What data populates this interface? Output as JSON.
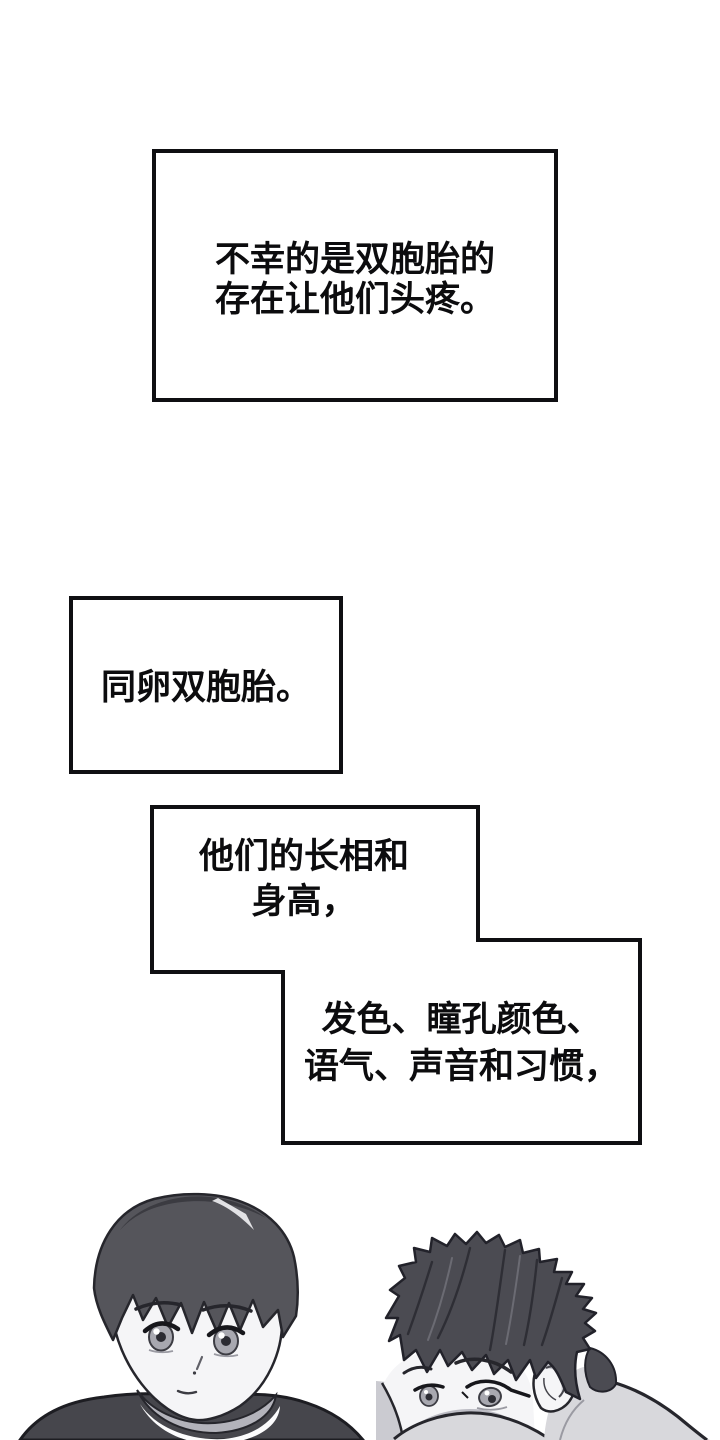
{
  "page": {
    "background": "#ffffff",
    "panel_border_color": "#0f0f12",
    "text_color": "#0c0c0e"
  },
  "narration": {
    "box1": {
      "line1": "不幸的是双胞胎的",
      "line2": "存在让他们头疼。"
    },
    "box2": {
      "line1": "同卵双胞胎。"
    },
    "box3_top": {
      "line1": "他们的长相和",
      "line2": "身高，"
    },
    "box3_bottom": {
      "line1": "发色、瞳孔颜色、",
      "line2": "语气、声音和习惯，"
    }
  },
  "illustration": {
    "twin_left": {
      "hair": "#55555b",
      "skin": "#f5f5f7",
      "shirt": "#46464c",
      "iris": "#a8a8b0",
      "neck_shadow": "#b3b3bb"
    },
    "twin_right": {
      "hair": "#4b4b52",
      "skin": "#f5f5f7",
      "shirt": "#d8d8dc",
      "iris": "#a8a8b0",
      "neck_shadow": "#bcbcc4"
    }
  }
}
